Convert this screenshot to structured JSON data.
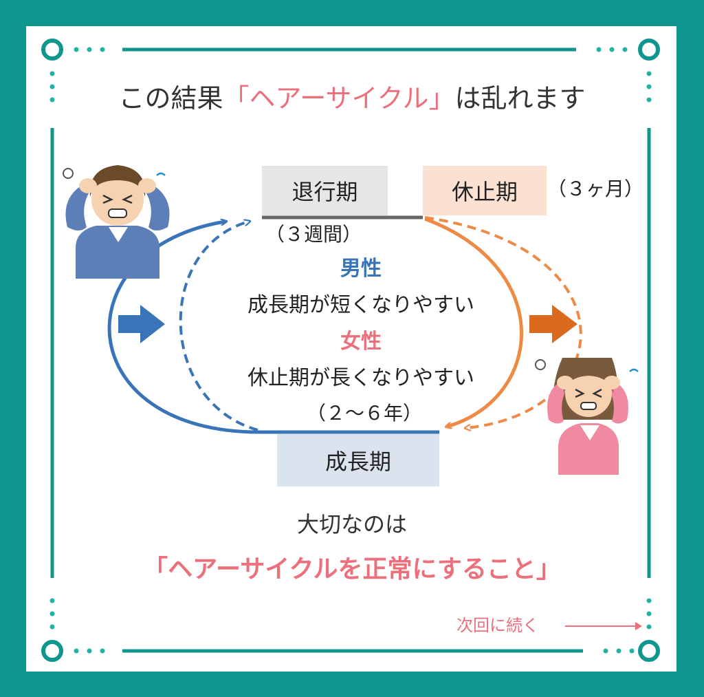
{
  "title": {
    "pre": "この結果",
    "highlight": "「ヘアーサイクル」",
    "post": "は乱れます"
  },
  "phases": {
    "catagen": {
      "label": "退行期",
      "duration": "（３週間）"
    },
    "telogen": {
      "label": "休止期",
      "duration": "（３ヶ月）"
    },
    "anagen": {
      "label": "成長期",
      "duration": "（２〜６年）"
    }
  },
  "male": {
    "label": "男性",
    "text": "成長期が短くなりやすい"
  },
  "female": {
    "label": "女性",
    "text": "休止期が長くなりやすい"
  },
  "conclusion": {
    "line1": "大切なのは",
    "line2": "「ヘアーサイクルを正常にすること」"
  },
  "next": "次回に続く",
  "colors": {
    "frame": "#0f968e",
    "accent_pink": "#ec6f7c",
    "male_blue": "#3a74b8",
    "female_orange": "#ee8a45",
    "catagen_bg": "#e7e6e7",
    "telogen_bg": "#fbe1d2",
    "anagen_bg": "#dbe3ef"
  },
  "icons": [
    "stressed-man-icon",
    "stressed-woman-icon",
    "blue-right-arrow-icon",
    "orange-right-arrow-icon",
    "next-arrow-icon"
  ]
}
